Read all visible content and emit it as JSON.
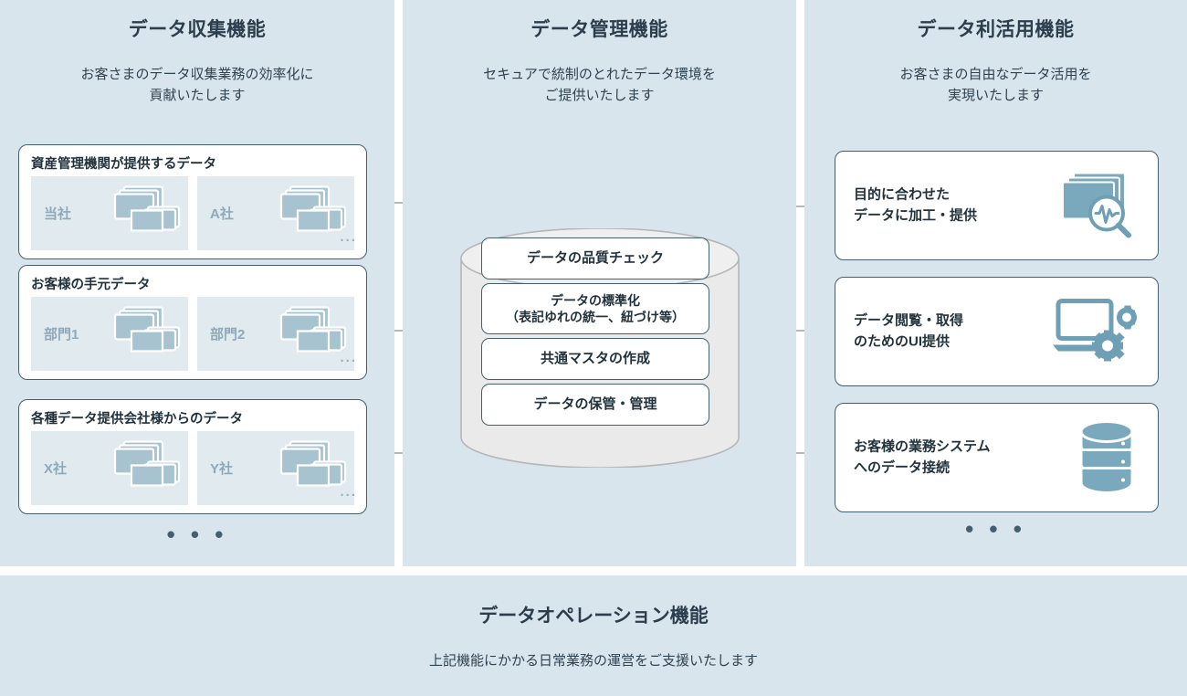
{
  "columns": {
    "collect": {
      "title": "データ収集機能",
      "subtitle": "お客さまのデータ収集業務の効率化に\n貢献いたします",
      "ellipsis": "• • •",
      "cards": [
        {
          "title": "資産管理機関が提供するデータ",
          "boxes": [
            {
              "label": "当社",
              "icon": "data-cards-icon"
            },
            {
              "label": "A社",
              "icon": "data-cards-icon"
            }
          ],
          "more": "..."
        },
        {
          "title": "お客様の手元データ",
          "boxes": [
            {
              "label": "部門1",
              "icon": "data-cards-icon"
            },
            {
              "label": "部門2",
              "icon": "data-cards-icon"
            }
          ],
          "more": "..."
        },
        {
          "title": "各種データ提供会社様からのデータ",
          "boxes": [
            {
              "label": "X社",
              "icon": "data-cards-icon"
            },
            {
              "label": "Y社",
              "icon": "data-cards-icon"
            }
          ],
          "more": "..."
        }
      ]
    },
    "manage": {
      "title": "データ管理機能",
      "subtitle": "セキュアで統制のとれたデータ環境を\nご提供いたします",
      "processes": [
        "データの品質チェック",
        "データの標準化\n（表記ゆれの統一、紐づけ等）",
        "共通マスタの作成",
        "データの保管・管理"
      ]
    },
    "use": {
      "title": "データ利活用機能",
      "subtitle": "お客さまの自由なデータ活用を\n実現いたします",
      "ellipsis": "• • •",
      "cards": [
        {
          "label": "目的に合わせた\nデータに加工・提供",
          "icon": "cards-magnifier-waveform-icon"
        },
        {
          "label": "データ閲覧・取得\nのためのUI提供",
          "icon": "laptop-gears-icon"
        },
        {
          "label": "お客様の業務システム\nへのデータ接続",
          "icon": "database-icon"
        }
      ]
    }
  },
  "operations": {
    "title": "データオペレーション機能",
    "subtitle": "上記機能にかかる日常業務の運営をご支援いたします"
  },
  "colors": {
    "panel_bg": "#d8e5ec",
    "card_border": "#44606f",
    "card_bg": "#ffffff",
    "subbox_bg": "#e0eaef",
    "title_text": "#2c3e4c",
    "icon_muted": "#a8c3d0",
    "icon_accent": "#6e9fb5",
    "cylinder_fill": "#eaeaea",
    "cylinder_stroke": "#b0b0b0",
    "connector": "#9aa3a8"
  }
}
